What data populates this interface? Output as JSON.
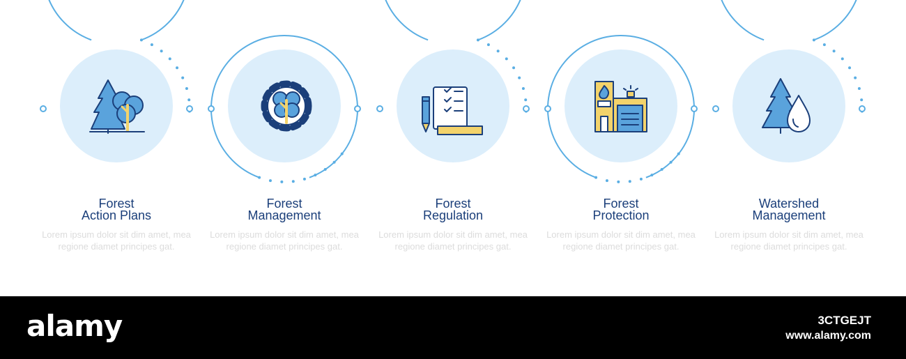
{
  "steps": [
    {
      "title_line1": "Forest",
      "title_line2": "Action Plans",
      "icon": "trees-icon",
      "description": "Lorem ipsum dolor sit dim amet, mea regione diamet principes gat."
    },
    {
      "title_line1": "Forest",
      "title_line2": "Management",
      "icon": "gear-tree-icon",
      "description": "Lorem ipsum dolor sit dim amet, mea regione diamet principes gat."
    },
    {
      "title_line1": "Forest",
      "title_line2": "Regulation",
      "icon": "document-pen-icon",
      "description": "Lorem ipsum dolor sit dim amet, mea regione diamet principes gat."
    },
    {
      "title_line1": "Forest",
      "title_line2": "Protection",
      "icon": "fire-station-icon",
      "description": "Lorem ipsum dolor sit dim amet, mea regione diamet principes gat."
    },
    {
      "title_line1": "Watershed",
      "title_line2": "Management",
      "icon": "tree-water-drop-icon",
      "description": "Lorem ipsum dolor sit dim amet, mea regione diamet principes gat."
    }
  ],
  "colors": {
    "ring": "#5aaee3",
    "disc": "#dceefb",
    "icon_blue": "#5aa3dc",
    "icon_yellow": "#f3d36b",
    "icon_stroke": "#1b3f7a",
    "title": "#1b3f7a",
    "description": "#dcdcdc"
  },
  "footer": {
    "logo": "alamy",
    "image_id": "3CTGEJT",
    "url": "www.alamy.com"
  }
}
